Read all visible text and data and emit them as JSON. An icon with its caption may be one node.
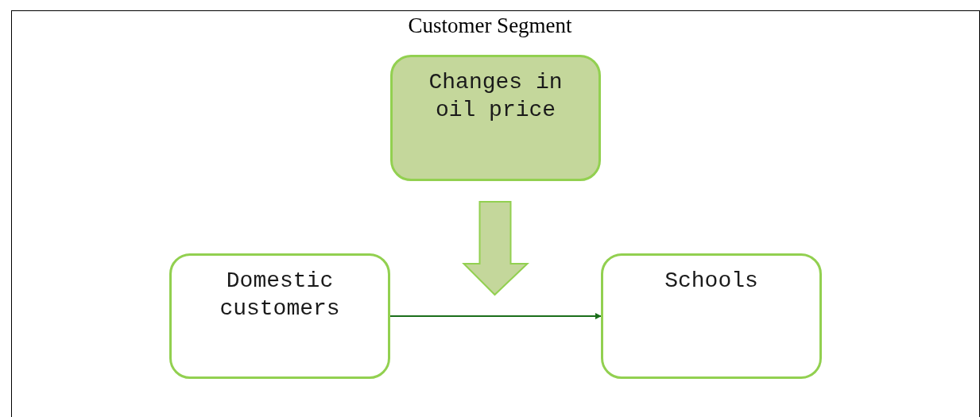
{
  "diagram": {
    "title": "Customer Segment",
    "nodes": [
      {
        "text": [
          "Changes in oil price"
        ]
      },
      {
        "text": [
          "Domestic customers"
        ]
      },
      {
        "text": [
          "Schools"
        ]
      }
    ],
    "edges": [
      {
        "from": 0,
        "to": null,
        "arrow": "to",
        "style": "thick"
      },
      {
        "from": 1,
        "to": 2,
        "arrow": "to",
        "color": "#1a6e1a"
      }
    ]
  }
}
